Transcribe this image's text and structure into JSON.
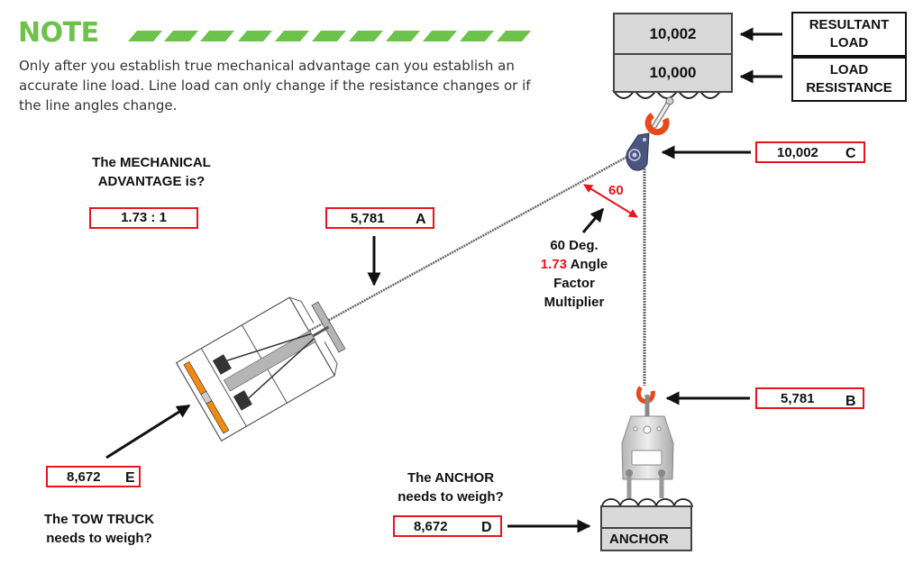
{
  "note": {
    "title": "NOTE",
    "body": "Only after you establish true mechanical advantage can you establish an accurate line load. Line load can only change if the resistance changes or if the line angles change."
  },
  "load_stack": {
    "resultant_value": "10,002",
    "resistance_value": "10,000",
    "resultant_label_line1": "RESULTANT",
    "resultant_label_line2": "LOAD",
    "resistance_label_line1": "LOAD",
    "resistance_label_line2": "RESISTANCE"
  },
  "mechanical_advantage": {
    "question_line1": "The MECHANICAL",
    "question_line2": "ADVANTAGE is?",
    "answer": "1.73 : 1"
  },
  "callouts": {
    "A": {
      "value": "5,781",
      "letter": "A"
    },
    "B": {
      "value": "5,781",
      "letter": "B"
    },
    "C": {
      "value": "10,002",
      "letter": "C"
    },
    "D": {
      "value": "8,672",
      "letter": "D"
    },
    "E": {
      "value": "8,672",
      "letter": "E"
    }
  },
  "angle": {
    "degrees_label": "60",
    "line1": "60 Deg.",
    "factor": "1.73",
    "line2_rest": " Angle",
    "line3": "Factor",
    "line4": "Multiplier"
  },
  "anchor": {
    "question_line1": "The ANCHOR",
    "question_line2": "needs to weigh?",
    "label": "ANCHOR"
  },
  "tow_truck": {
    "question_line1": "The TOW TRUCK",
    "question_line2": "needs to weigh?"
  },
  "colors": {
    "accent_green": "#6cc24a",
    "callout_red": "#e8141c",
    "hook_orange": "#e8491c",
    "pulley_blue": "#4a5680",
    "truck_orange": "#f08a10"
  }
}
